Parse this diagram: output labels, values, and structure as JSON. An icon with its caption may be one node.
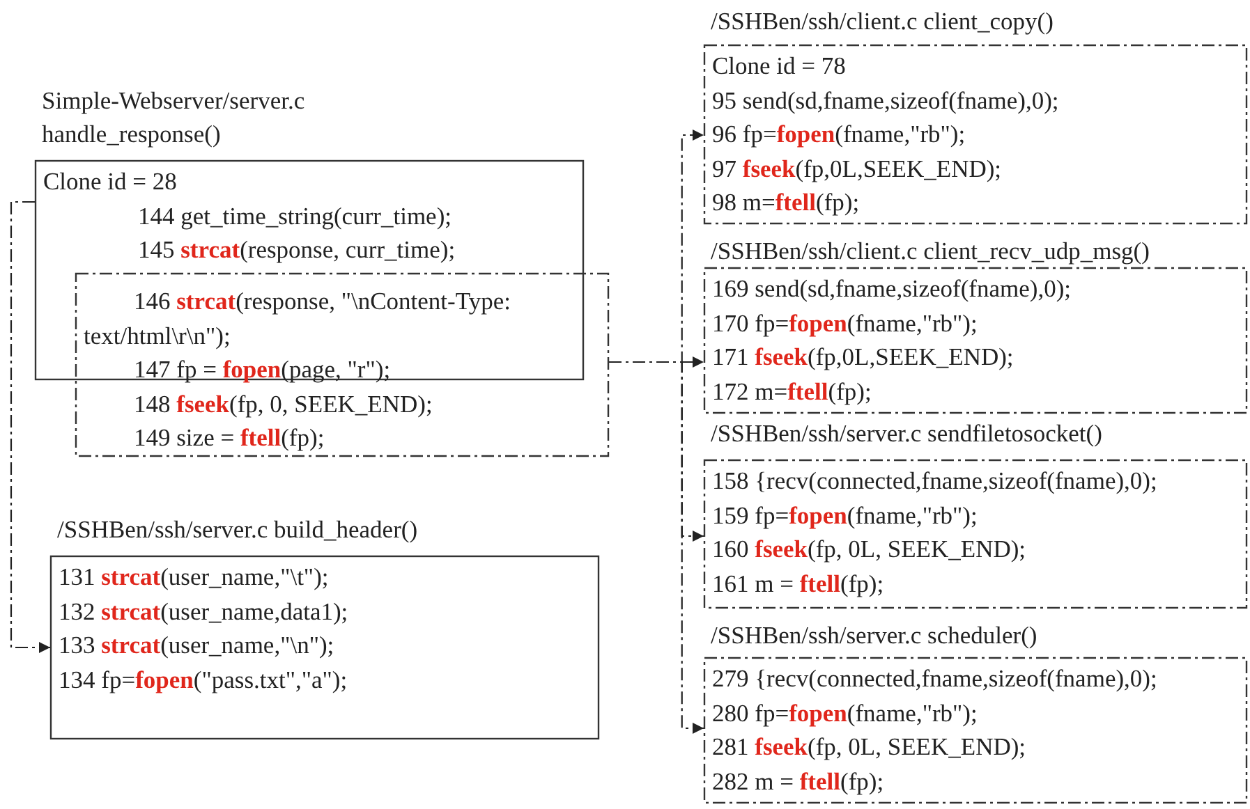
{
  "diagram": {
    "nodes": [
      {
        "text": [
          "Simple-Webserver/server.c handle_response()",
          "Clone id = 28",
          "144 get_time_string(curr_time);",
          "145 **strcat**(response, curr_time);"
        ]
      },
      {
        "text": [
          "146 **strcat**(response, \"\\nContent-Type: text/html\\r\\n\");",
          "147  fp = **fopen**(page, \"r\");",
          "148  **fseek**(fp, 0, SEEK_END);",
          "149  size = **ftell**(fp);"
        ]
      },
      {
        "text": [
          "/SSHBen/ssh/server.c build_header()",
          "131 **strcat**(user_name,\"\\t\");",
          "132 **strcat**(user_name,data1);",
          "133 **strcat**(user_name,\"\\n\");",
          "134 fp=**fopen**(\"pass.txt\",\"a\");"
        ]
      },
      {
        "text": [
          "/SSHBen/ssh/client.c client_copy()",
          "Clone id = 78",
          "95 send(sd,fname,sizeof(fname),0);",
          "96 fp=**fopen**(fname,\"rb\");",
          "97 **fseek**(fp,0L,SEEK_END);",
          "98 m=**ftell**(fp);"
        ]
      },
      {
        "text": [
          "/SSHBen/ssh/client.c client_recv_udp_msg()",
          "169 send(sd,fname,sizeof(fname),0);",
          "170 fp=**fopen**(fname,\"rb\");",
          "171 **fseek**(fp,0L,SEEK_END);",
          "172 m=**ftell**(fp);"
        ]
      },
      {
        "text": [
          "/SSHBen/ssh/server.c sendfiletosocket()",
          "158 {recv(connected,fname,sizeof(fname),0);",
          "159 fp=**fopen**(fname,\"rb\");",
          "160 **fseek**(fp, 0L, SEEK_END);",
          "161 m = **ftell**(fp);"
        ]
      },
      {
        "text": [
          "/SSHBen/ssh/server.c scheduler()",
          "279 {recv(connected,fname,sizeof(fname),0);",
          "280 fp=**fopen**(fname,\"rb\");",
          "281 **fseek**(fp, 0L, SEEK_END);",
          "282 m = **ftell**(fp);"
        ]
      }
    ],
    "edges": [
      {
        "from": 0,
        "to": 2,
        "arrow": "to",
        "style": "dashed"
      },
      {
        "from": 1,
        "to": 3,
        "arrow": "to",
        "style": "dashed"
      },
      {
        "from": 1,
        "to": 4,
        "arrow": "to",
        "style": "dashed"
      },
      {
        "from": 1,
        "to": 5,
        "arrow": "to",
        "style": "dashed"
      },
      {
        "from": 1,
        "to": 6,
        "arrow": "to",
        "style": "dashed"
      }
    ]
  }
}
